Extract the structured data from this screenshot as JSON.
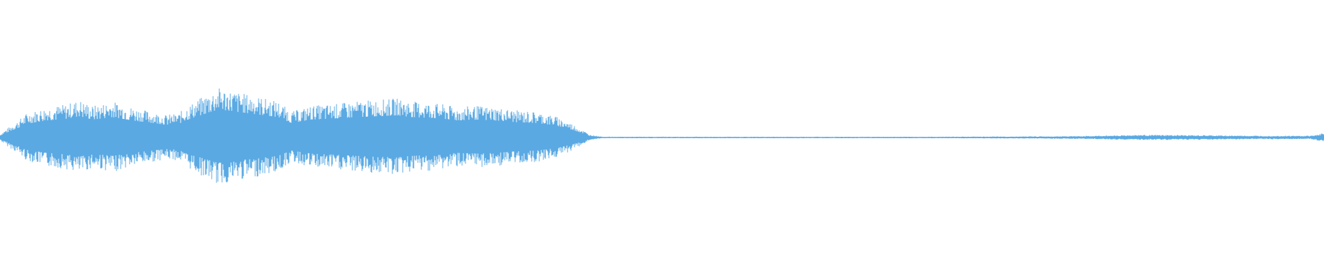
{
  "waveform": {
    "color": "#5aa9e3",
    "envelope": [
      [
        0.0,
        0.02
      ],
      [
        0.004,
        0.05
      ],
      [
        0.012,
        0.1
      ],
      [
        0.02,
        0.16
      ],
      [
        0.035,
        0.2
      ],
      [
        0.05,
        0.22
      ],
      [
        0.06,
        0.25
      ],
      [
        0.07,
        0.21
      ],
      [
        0.085,
        0.24
      ],
      [
        0.1,
        0.2
      ],
      [
        0.11,
        0.18
      ],
      [
        0.125,
        0.15
      ],
      [
        0.135,
        0.16
      ],
      [
        0.14,
        0.2
      ],
      [
        0.155,
        0.28
      ],
      [
        0.165,
        0.33
      ],
      [
        0.175,
        0.31
      ],
      [
        0.185,
        0.29
      ],
      [
        0.195,
        0.27
      ],
      [
        0.21,
        0.24
      ],
      [
        0.22,
        0.17
      ],
      [
        0.235,
        0.21
      ],
      [
        0.25,
        0.22
      ],
      [
        0.26,
        0.23
      ],
      [
        0.27,
        0.24
      ],
      [
        0.285,
        0.25
      ],
      [
        0.3,
        0.26
      ],
      [
        0.31,
        0.24
      ],
      [
        0.325,
        0.23
      ],
      [
        0.335,
        0.22
      ],
      [
        0.345,
        0.2
      ],
      [
        0.36,
        0.21
      ],
      [
        0.375,
        0.2
      ],
      [
        0.39,
        0.18
      ],
      [
        0.405,
        0.17
      ],
      [
        0.42,
        0.14
      ],
      [
        0.432,
        0.09
      ],
      [
        0.44,
        0.05
      ],
      [
        0.445,
        0.02
      ],
      [
        0.455,
        0.005
      ],
      [
        0.7,
        0.005
      ],
      [
        0.77,
        0.007
      ],
      [
        0.82,
        0.01
      ],
      [
        0.86,
        0.018
      ],
      [
        0.9,
        0.016
      ],
      [
        0.95,
        0.012
      ],
      [
        0.99,
        0.012
      ],
      [
        1.0,
        0.03
      ]
    ],
    "seed": 7,
    "line_count": 1920
  }
}
